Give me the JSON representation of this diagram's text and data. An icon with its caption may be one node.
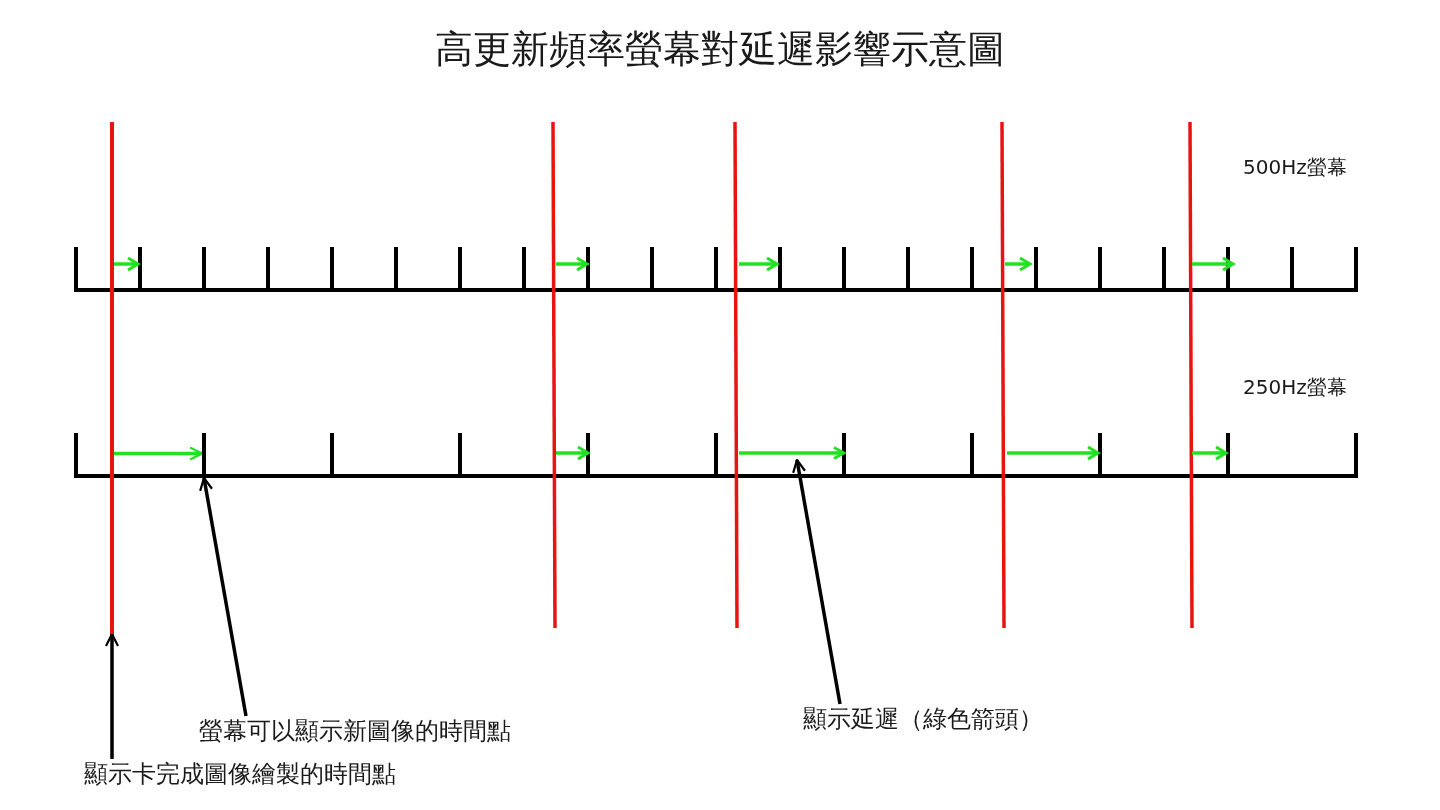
{
  "diagram": {
    "title": "高更新頻率螢幕對延遲影響示意圖",
    "nodes": [
      {
        "text": [
          "顯示卡完成圖像繪製的時間點"
        ]
      },
      {
        "text": [],
        "shape": "line"
      },
      {
        "text": [
          "螢幕可以顯示新圖像的時間點"
        ]
      },
      {
        "text": [],
        "shape": "tick"
      },
      {
        "text": [
          "顯示延遲（綠色箭頭）"
        ]
      },
      {
        "text": [],
        "shape": "arrow"
      }
    ],
    "edges": [
      {
        "from": 0,
        "to": 1,
        "arrow": "to"
      },
      {
        "from": 2,
        "to": 3,
        "arrow": "to"
      },
      {
        "from": 4,
        "to": 5,
        "arrow": "to"
      },
      {
        "from": 1,
        "to": 3,
        "arrow": "to",
        "color": "#22e022"
      }
    ],
    "labels": [
      "500Hz螢幕",
      "250Hz螢幕"
    ]
  }
}
